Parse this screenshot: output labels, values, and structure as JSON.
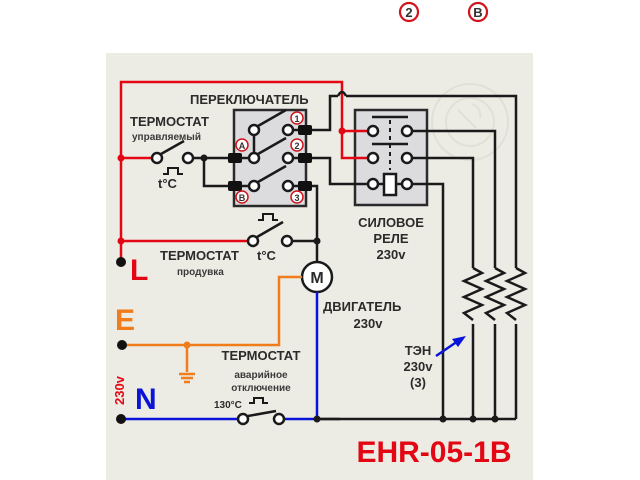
{
  "header_badges": [
    {
      "label": "2"
    },
    {
      "label": "B"
    }
  ],
  "colors": {
    "phase": "#e30613",
    "neutral": "#0a14d8",
    "earth": "#f07c1c",
    "wire": "#1a1a1a",
    "panel": "#ecebe4",
    "box": "#dcdcdf",
    "model": "#e30613"
  },
  "terminals": {
    "L": "L",
    "E": "E",
    "N": "N",
    "supply_voltage": "230v"
  },
  "switch": {
    "title": "ПЕРЕКЛЮЧАТЕЛЬ",
    "inputs": [
      "A",
      "B"
    ],
    "outputs": [
      "1",
      "2",
      "3"
    ]
  },
  "thermostat_controlled": {
    "title": "ТЕРМОСТАТ",
    "subtitle": "управляемый",
    "temp_label": "t°C"
  },
  "thermostat_blow": {
    "title": "ТЕРМОСТАТ",
    "subtitle": "продувка",
    "temp_label": "t°C"
  },
  "thermostat_emergency": {
    "title": "ТЕРМОСТАТ",
    "subtitle_1": "аварийное",
    "subtitle_2": "отключение",
    "temp_label": "130°C"
  },
  "relay": {
    "title_1": "СИЛОВОЕ",
    "title_2": "РЕЛЕ",
    "voltage": "230v"
  },
  "motor": {
    "symbol": "M",
    "title": "ДВИГАТЕЛЬ",
    "voltage": "230v"
  },
  "heater": {
    "title": "ТЭН",
    "voltage": "230v",
    "count": "(3)"
  },
  "model": "EHR-05-1B"
}
